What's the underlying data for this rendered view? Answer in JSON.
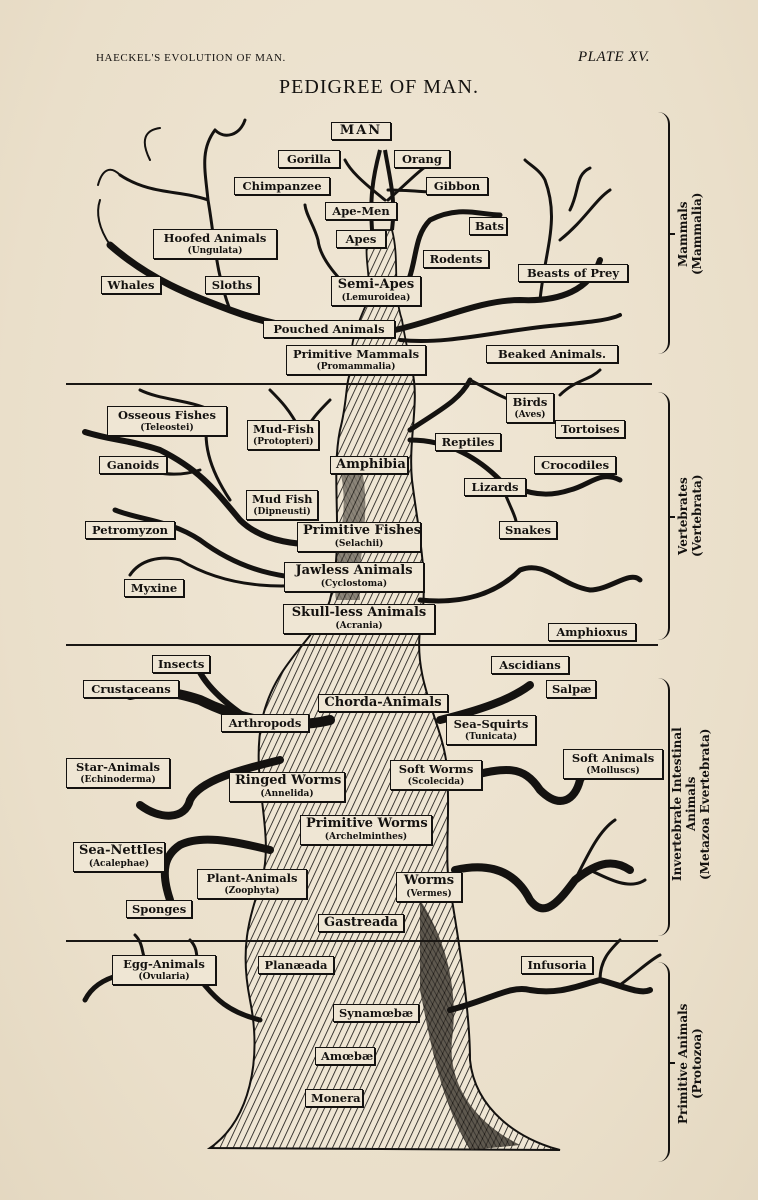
{
  "header": {
    "running_head": "Haeckel's Evolution of Man.",
    "plate": "PLATE XV.",
    "title": "PEDIGREE OF MAN."
  },
  "groups": [
    {
      "name": "Mammals",
      "scientific": "(Mammalia)"
    },
    {
      "name": "Vertebrates",
      "scientific": "(Vertebrata)"
    },
    {
      "name": "Invertebrate Intestinal",
      "name2": "Animals",
      "scientific": "(Metazoa Evertebrata)"
    },
    {
      "name": "Primitive Animals",
      "scientific": "(Protozoa)"
    }
  ],
  "mammals": {
    "man": "MAN",
    "gorilla": "Gorilla",
    "orang": "Orang",
    "chimpanzee": "Chimpanzee",
    "gibbon": "Gibbon",
    "ape_men": "Ape-Men",
    "bats": "Bats",
    "hoofed": {
      "name": "Hoofed Animals",
      "sci": "(Ungulata)"
    },
    "apes": "Apes",
    "rodents": "Rodents",
    "beasts_of_prey": "Beasts of Prey",
    "whales": "Whales",
    "sloths": "Sloths",
    "semi_apes": {
      "name": "Semi-Apes",
      "sci": "(Lemuroidea)"
    },
    "pouched": "Pouched Animals",
    "primitive_mammals": {
      "name": "Primitive Mammals",
      "sci": "(Promammalia)"
    },
    "beaked": "Beaked Animals."
  },
  "vertebrates": {
    "osseous": {
      "name": "Osseous Fishes",
      "sci": "(Teleostei)"
    },
    "mud_fish_1": {
      "name": "Mud-Fish",
      "sci": "(Protopteri)"
    },
    "birds": {
      "name": "Birds",
      "sci": "(Aves)"
    },
    "tortoises": "Tortoises",
    "reptiles": "Reptiles",
    "ganoids": "Ganoids",
    "amphibia": "Amphibia",
    "crocodiles": "Crocodiles",
    "lizards": "Lizards",
    "mud_fish_2": {
      "name": "Mud Fish",
      "sci": "(Dipneusti)"
    },
    "petromyzon": "Petromyzon",
    "primitive_fishes": {
      "name": "Primitive Fishes",
      "sci": "(Selachii)"
    },
    "snakes": "Snakes",
    "jawless": {
      "name": "Jawless Animals",
      "sci": "(Cyclostoma)"
    },
    "myxine": "Myxine",
    "skull_less": {
      "name": "Skull-less Animals",
      "sci": "(Acrania)"
    },
    "amphioxus": "Amphioxus"
  },
  "invertebrates": {
    "insects": "Insects",
    "ascidians": "Ascidians",
    "crustaceans": "Crustaceans",
    "salpae": "Salpæ",
    "chorda": "Chorda-Animals",
    "arthropods": "Arthropods",
    "sea_squirts": {
      "name": "Sea-Squirts",
      "sci": "(Tunicata)"
    },
    "soft_animals": {
      "name": "Soft Animals",
      "sci": "(Molluscs)"
    },
    "star_animals": {
      "name": "Star-Animals",
      "sci": "(Echinoderma)"
    },
    "ringed_worms": {
      "name": "Ringed Worms",
      "sci": "(Annelida)"
    },
    "soft_worms": {
      "name": "Soft Worms",
      "sci": "(Scolecida)"
    },
    "primitive_worms": {
      "name": "Primitive Worms",
      "sci": "(Archelminthes)"
    },
    "sea_nettles": {
      "name": "Sea-Nettles",
      "sci": "(Acalephae)"
    },
    "plant_animals": {
      "name": "Plant-Animals",
      "sci": "(Zoophyta)"
    },
    "worms": {
      "name": "Worms",
      "sci": "(Vermes)"
    },
    "sponges": "Sponges",
    "gastreada": "Gastreada"
  },
  "protozoa": {
    "egg_animals": {
      "name": "Egg-Animals",
      "sci": "(Ovularia)"
    },
    "planaeada": "Planæada",
    "infusoria": "Infusoria",
    "synamoebae": "Synamœbæ",
    "amoebae": "Amœbæ",
    "monera": "Monera"
  },
  "colors": {
    "paper": "#ede3d0",
    "ink": "#141210",
    "label_fill": "#efe6d4"
  }
}
